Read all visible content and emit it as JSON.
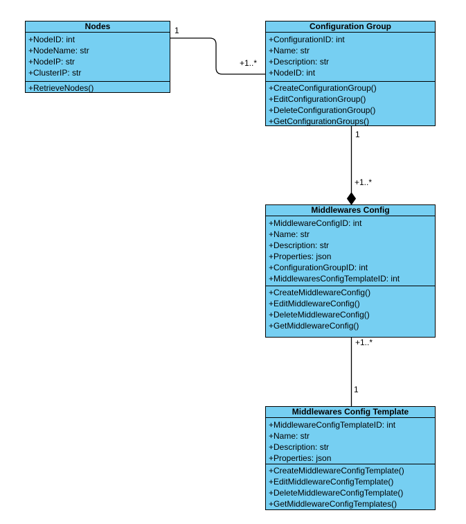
{
  "diagram": {
    "type": "uml-class-diagram",
    "background_color": "#ffffff",
    "shape_fill_color": "#76CFF2",
    "shape_border_color": "#000000",
    "text_color": "#000000"
  },
  "classes": [
    {
      "name": "Nodes",
      "attributes": [
        "+NodeID: int",
        "+NodeName: str",
        "+NodeIP: str",
        "+ClusterIP: str"
      ],
      "methods": [
        "+RetrieveNodes()"
      ]
    },
    {
      "name": "Configuration Group",
      "attributes": [
        "+ConfigurationID: int",
        "+Name: str",
        "+Description: str",
        "+NodeID: int"
      ],
      "methods": [
        "+CreateConfigurationGroup()",
        "+EditConfigurationGroup()",
        "+DeleteConfigurationGroup()",
        "+GetConfigurationGroups()"
      ]
    },
    {
      "name": "Middlewares Config",
      "attributes": [
        "+MiddlewareConfigID: int",
        "+Name: str",
        "+Description: str",
        "+Properties: json",
        "+ConfigurationGroupID: int",
        "+MiddlewaresConfigTemplateID: int"
      ],
      "methods": [
        "+CreateMiddlewareConfig()",
        "+EditMiddlewareConfig()",
        "+DeleteMiddlewareConfig()",
        "+GetMiddlewareConfig()"
      ]
    },
    {
      "name": "Middlewares Config Template",
      "attributes": [
        "+MiddlewareConfigTemplateID: int",
        "+Name: str",
        "+Description: str",
        "+Properties: json"
      ],
      "methods": [
        "+CreateMiddlewareConfigTemplate()",
        "+EditMiddlewareConfigTemplate()",
        "+DeleteMiddlewareConfigTemplate()",
        "+GetMiddlewareConfigTemplates()"
      ]
    }
  ],
  "connectors": [
    {
      "type": "association",
      "from": "Nodes",
      "to": "Configuration Group",
      "from_label": "1",
      "to_label": "+1..*"
    },
    {
      "type": "composition",
      "from": "Configuration Group",
      "to": "Middlewares Config",
      "from_label": "1",
      "to_label": "+1..*"
    },
    {
      "type": "association",
      "from": "Middlewares Config",
      "to": "Middlewares Config Template",
      "from_label": "+1..*",
      "to_label": "1"
    }
  ]
}
